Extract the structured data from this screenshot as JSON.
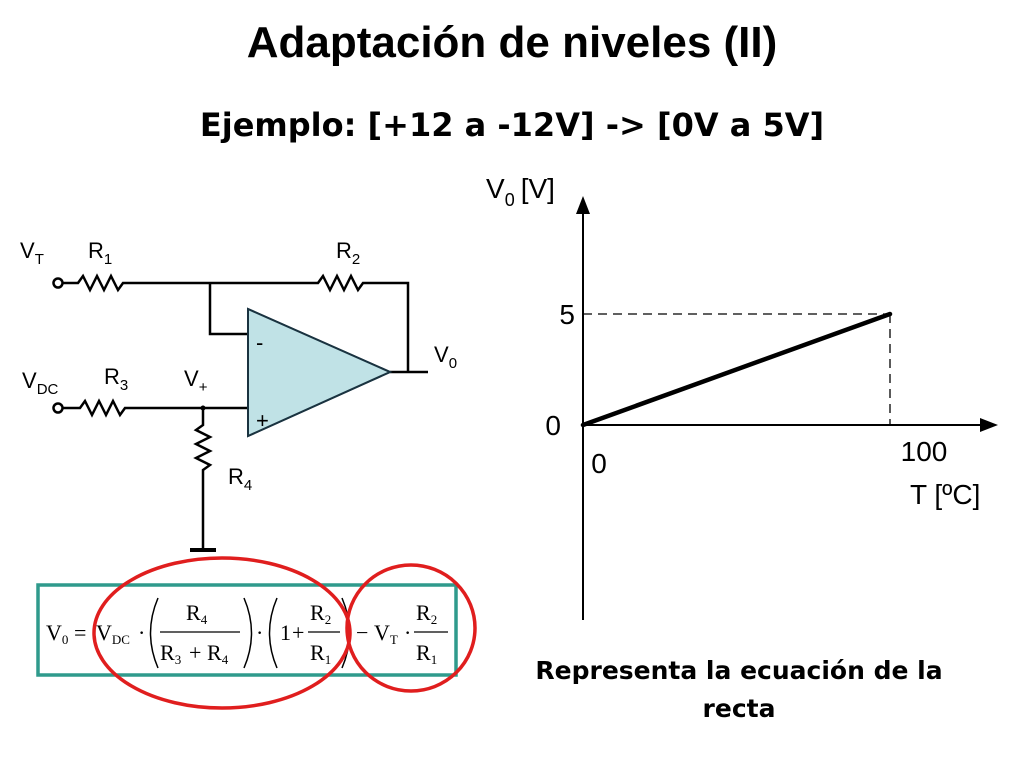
{
  "title": "Adaptación de niveles (II)",
  "subtitle": "Ejemplo: [+12 a -12V] -> [0V a 5V]",
  "circuit": {
    "vt_label": "V",
    "vt_sub": "T",
    "r1_label": "R",
    "r1_sub": "1",
    "r2_label": "R",
    "r2_sub": "2",
    "v0_label": "V",
    "v0_sub": "0",
    "vdc_label": "V",
    "vdc_sub": "DC",
    "r3_label": "R",
    "r3_sub": "3",
    "vplus_label": "V",
    "vplus_sub": "+",
    "r4_label": "R",
    "r4_sub": "4",
    "minus_sign": "-",
    "plus_sign": "+"
  },
  "chart_data": {
    "type": "line",
    "ylabel": "V",
    "ylabel_sub": "0",
    "ylabel_unit": "[V]",
    "xlabel": "T [ºC]",
    "x_ticks": [
      "0",
      "100"
    ],
    "y_ticks": [
      "0",
      "5"
    ],
    "series": [
      {
        "x": [
          0,
          100
        ],
        "y": [
          0,
          5
        ]
      }
    ],
    "xlim": [
      0,
      110
    ],
    "ylim": [
      0,
      9.4
    ],
    "dashed_guides": true
  },
  "equation": {
    "v": "V",
    "s0": "0",
    "eq": "=",
    "vdc": "V",
    "sdc": "DC",
    "dot": "·",
    "r": "R",
    "s1": "1",
    "s2": "2",
    "s3": "3",
    "s4": "4",
    "plus": "+",
    "one": "1",
    "minus": "−",
    "vt": "V",
    "st": "T"
  },
  "caption": "Representa la ecuación de la recta",
  "colors": {
    "opamp_fill": "#b9dfe3",
    "equation_border": "#2f9a8c",
    "highlight_circle": "#e01e1e"
  }
}
